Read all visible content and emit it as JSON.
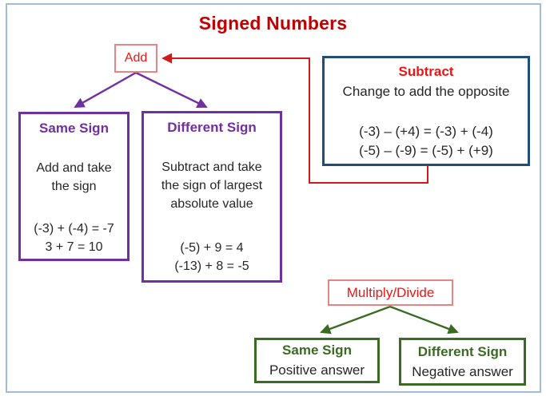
{
  "title": "Signed Numbers",
  "add": {
    "label": "Add",
    "same_sign": {
      "heading": "Same Sign",
      "rule_lines": [
        "Add and take",
        "the sign"
      ],
      "examples": [
        "(-3) + (-4) = -7",
        "3 + 7 = 10"
      ]
    },
    "different_sign": {
      "heading": "Different Sign",
      "rule_lines": [
        "Subtract and take",
        "the sign of largest",
        "absolute value"
      ],
      "examples": [
        "(-5) + 9 = 4",
        "(-13) + 8 = -5"
      ]
    }
  },
  "subtract": {
    "heading": "Subtract",
    "rule": "Change to add the opposite",
    "examples": [
      "(-3) – (+4) = (-3) + (-4)",
      "(-5) – (-9) = (-5) + (+9)"
    ]
  },
  "multiply_divide": {
    "label": "Multiply/Divide",
    "same_sign": {
      "heading": "Same Sign",
      "answer": "Positive answer"
    },
    "different_sign": {
      "heading": "Different Sign",
      "answer": "Negative answer"
    }
  },
  "colors": {
    "title_red": "#C00000",
    "bright_red_text": "#F01414",
    "light_red_border": "#E58585",
    "connector_red": "#CF1B1B",
    "purple": "#7030A0",
    "navy_border": "#1F4E79",
    "dark_green": "#3B6B22",
    "frame_blue": "#A2BCD9",
    "body_text": "#262626"
  }
}
